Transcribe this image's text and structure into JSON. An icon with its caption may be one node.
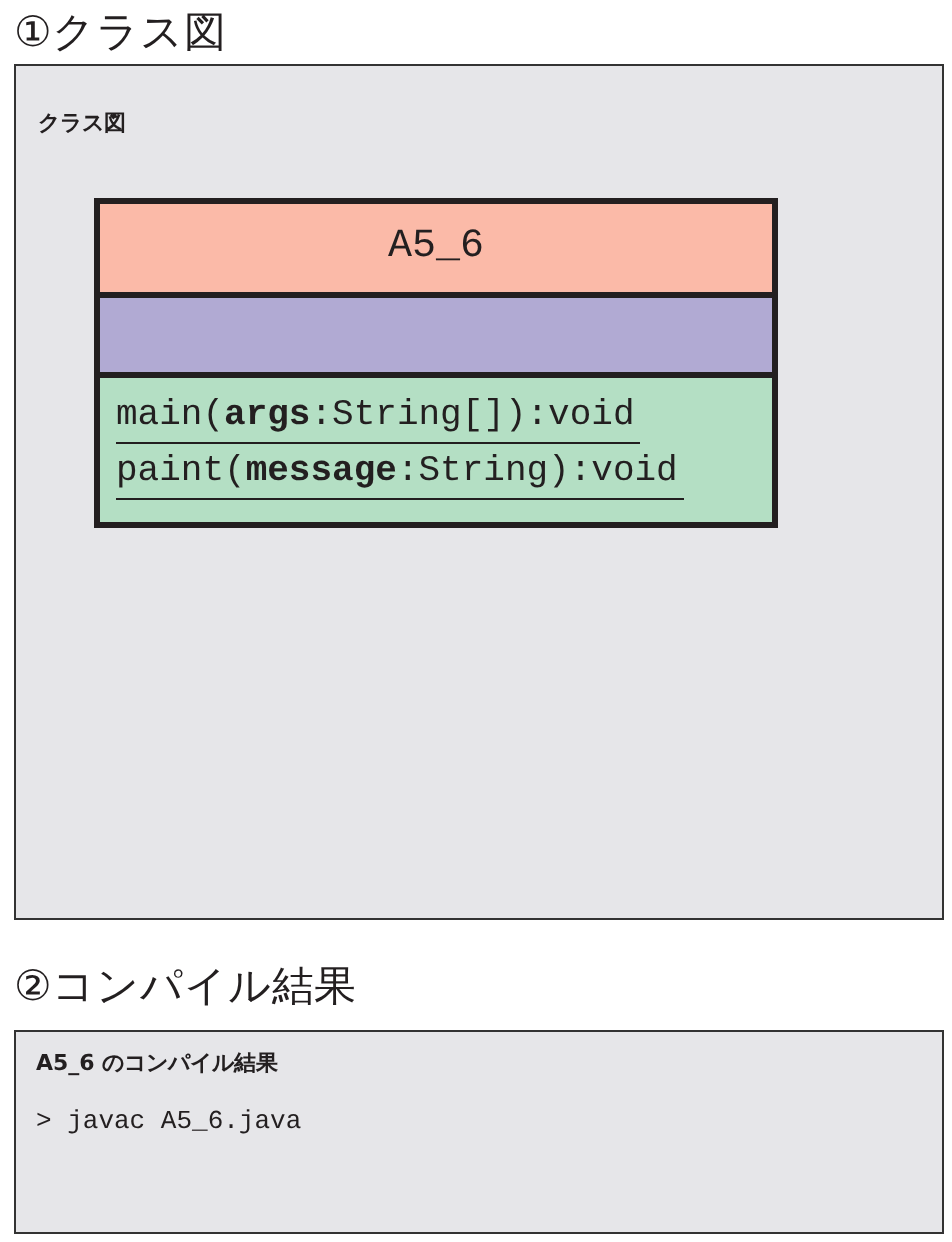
{
  "diagram": {
    "nodes": [
      {
        "text": [
          "①クラス図",
          "クラス図"
        ]
      },
      {
        "text": [
          "A5_6",
          "main(**args**:String[]):void",
          "paint(**message**:String):void"
        ],
        "in": 0
      },
      {
        "text": [
          "②コンパイル結果",
          "A5_6 のコンパイル結果",
          "> javac A5_6.java"
        ]
      }
    ]
  }
}
